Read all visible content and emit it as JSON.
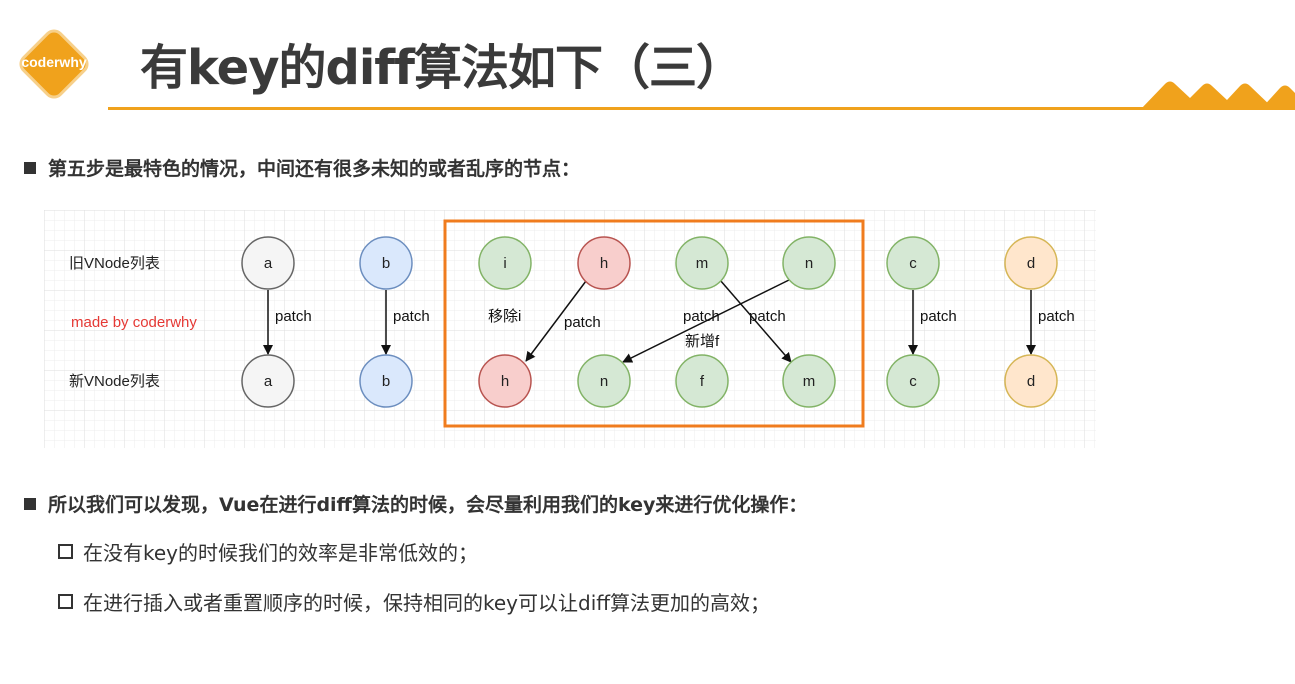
{
  "header": {
    "logo_text": "coderwhy",
    "title": "有key的diff算法如下（三）",
    "accent_color": "#f0a21c"
  },
  "bullets": {
    "first": "第五步是最特色的情况，中间还有很多未知的或者乱序的节点：",
    "second": "所以我们可以发现，Vue在进行diff算法的时候，会尽量利用我们的key来进行优化操作：",
    "sub_items": [
      "在没有key的时候我们的效率是非常低效的；",
      "在进行插入或者重置顺序的时候，保持相同的key可以让diff算法更加的高效；"
    ]
  },
  "diagram": {
    "row_old_label": "旧VNode列表",
    "row_new_label": "新VNode列表",
    "watermark": "made by coderwhy",
    "watermark_color": "#e53935",
    "highlight_color": "#f07c1e",
    "old_nodes": [
      "a",
      "b",
      "i",
      "h",
      "m",
      "n",
      "c",
      "d"
    ],
    "new_nodes": [
      "a",
      "b",
      "h",
      "n",
      "f",
      "m",
      "c",
      "d"
    ],
    "patch_label": "patch",
    "remove_label": "移除i",
    "add_label": "新增f",
    "colors": {
      "gray": {
        "fill": "#f5f5f5",
        "stroke": "#666666"
      },
      "blue": {
        "fill": "#dae8fc",
        "stroke": "#6c8ebf"
      },
      "green": {
        "fill": "#d5e8d4",
        "stroke": "#82b366"
      },
      "red": {
        "fill": "#f8cecc",
        "stroke": "#b85450"
      },
      "yellow": {
        "fill": "#ffe6cc",
        "stroke": "#d6b656"
      }
    }
  }
}
